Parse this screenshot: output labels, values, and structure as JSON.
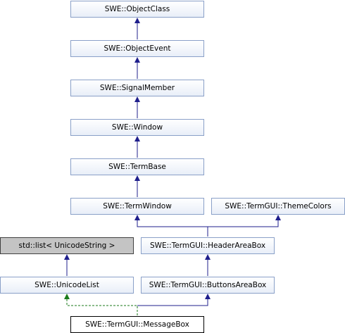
{
  "nodes": {
    "object_class": "SWE::ObjectClass",
    "object_event": "SWE::ObjectEvent",
    "signal_member": "SWE::SignalMember",
    "window": "SWE::Window",
    "term_base": "SWE::TermBase",
    "term_window": "SWE::TermWindow",
    "theme_colors": "SWE::TermGUI::ThemeColors",
    "std_list": "std::list< UnicodeString >",
    "header_area_box": "SWE::TermGUI::HeaderAreaBox",
    "unicode_list": "SWE::UnicodeList",
    "buttons_area_box": "SWE::TermGUI::ButtonsAreaBox",
    "message_box": "SWE::TermGUI::MessageBox"
  },
  "edges": [
    {
      "from": "object_event",
      "to": "object_class",
      "kind": "public"
    },
    {
      "from": "signal_member",
      "to": "object_event",
      "kind": "public"
    },
    {
      "from": "window",
      "to": "signal_member",
      "kind": "public"
    },
    {
      "from": "term_base",
      "to": "window",
      "kind": "public"
    },
    {
      "from": "term_window",
      "to": "term_base",
      "kind": "public"
    },
    {
      "from": "header_area_box",
      "to": "term_window",
      "kind": "public"
    },
    {
      "from": "header_area_box",
      "to": "theme_colors",
      "kind": "public"
    },
    {
      "from": "unicode_list",
      "to": "std_list",
      "kind": "public"
    },
    {
      "from": "buttons_area_box",
      "to": "header_area_box",
      "kind": "public"
    },
    {
      "from": "message_box",
      "to": "unicode_list",
      "kind": "protected"
    },
    {
      "from": "message_box",
      "to": "buttons_area_box",
      "kind": "public"
    }
  ],
  "colors": {
    "public": "#1f1f8c",
    "protected": "#1a7a1a",
    "node_border": "#8aa0c8"
  }
}
